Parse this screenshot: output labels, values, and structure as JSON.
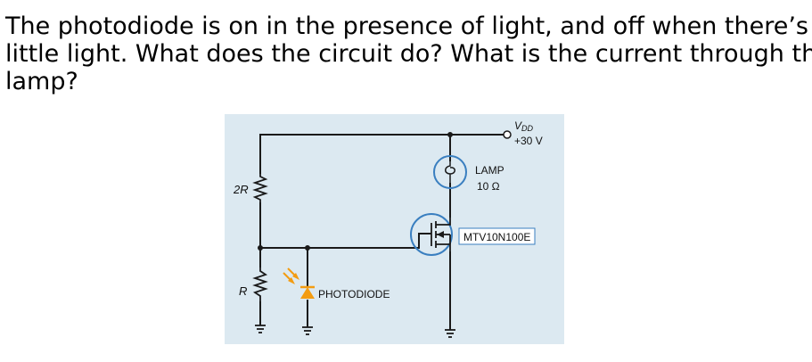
{
  "question": {
    "line1": "The photodiode is on in the presence of light, and off when there’s",
    "line2": "little light. What does the circuit do? What is the current through the",
    "line3": "lamp?"
  },
  "circuit": {
    "supply_name_main": "V",
    "supply_name_sub": "DD",
    "supply_value": "+30 V",
    "upper_resistor": "2R",
    "lower_resistor": "R",
    "photodiode_label": "PHOTODIODE",
    "lamp_label": "LAMP",
    "lamp_resistance": "10 Ω",
    "mosfet_label": "MTV10N100E",
    "colors": {
      "panel": "#dce9f1",
      "wire": "#1a1a1a",
      "component_blue": "#3a7fc0",
      "photodiode_orange": "#f39c12"
    }
  }
}
